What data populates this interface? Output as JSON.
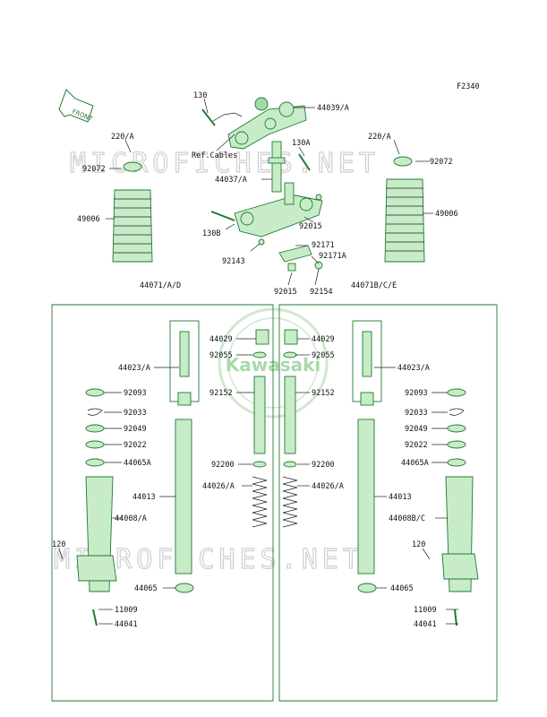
{
  "diagram": {
    "code": "F2340",
    "front_label": "FRONT",
    "watermark_text": "MICROFICHES.NET",
    "logo_text": "Kawasaki",
    "colors": {
      "part": "#c8ecc8",
      "outline": "#1f7a32",
      "watermark": "#cfcfcf"
    }
  },
  "labels": {
    "l130": "130",
    "l44039a": "44039/A",
    "l220a_l": "220/A",
    "l220a_r": "220/A",
    "refcables": "Ref.Cables",
    "l130a": "130A",
    "l92072_l": "92072",
    "l92072_r": "92072",
    "l44037a": "44037/A",
    "l49006_l": "49006",
    "l49006_r": "49006",
    "l92015_t": "92015",
    "l130b": "130B",
    "l92171": "92171",
    "l92143": "92143",
    "l92171a": "92171A",
    "l92015_b": "92015",
    "l92154": "92154",
    "l44071l": "44071/A/D",
    "l44071r": "44071B/C/E",
    "l44029_l": "44029",
    "l44029_r": "44029",
    "l92055_l": "92055",
    "l92055_r": "92055",
    "l44023a_l": "44023/A",
    "l44023a_r": "44023/A",
    "l92152_l": "92152",
    "l92152_r": "92152",
    "l92093_l": "92093",
    "l92093_r": "92093",
    "l92033_l": "92033",
    "l92033_r": "92033",
    "l92049_l": "92049",
    "l92049_r": "92049",
    "l92022_l": "92022",
    "l92022_r": "92022",
    "l44065a_l": "44065A",
    "l44065a_r": "44065A",
    "l92200_l": "92200",
    "l92200_r": "92200",
    "l44013_l": "44013",
    "l44013_r": "44013",
    "l44026a_l": "44026/A",
    "l44026a_r": "44026/A",
    "l44008a": "44008/A",
    "l44008bc": "44008B/C",
    "l120_l": "120",
    "l120_r": "120",
    "l44065_l": "44065",
    "l44065_r": "44065",
    "l11009_l": "11009",
    "l11009_r": "11009",
    "l44041_l": "44041",
    "l44041_r": "44041"
  }
}
